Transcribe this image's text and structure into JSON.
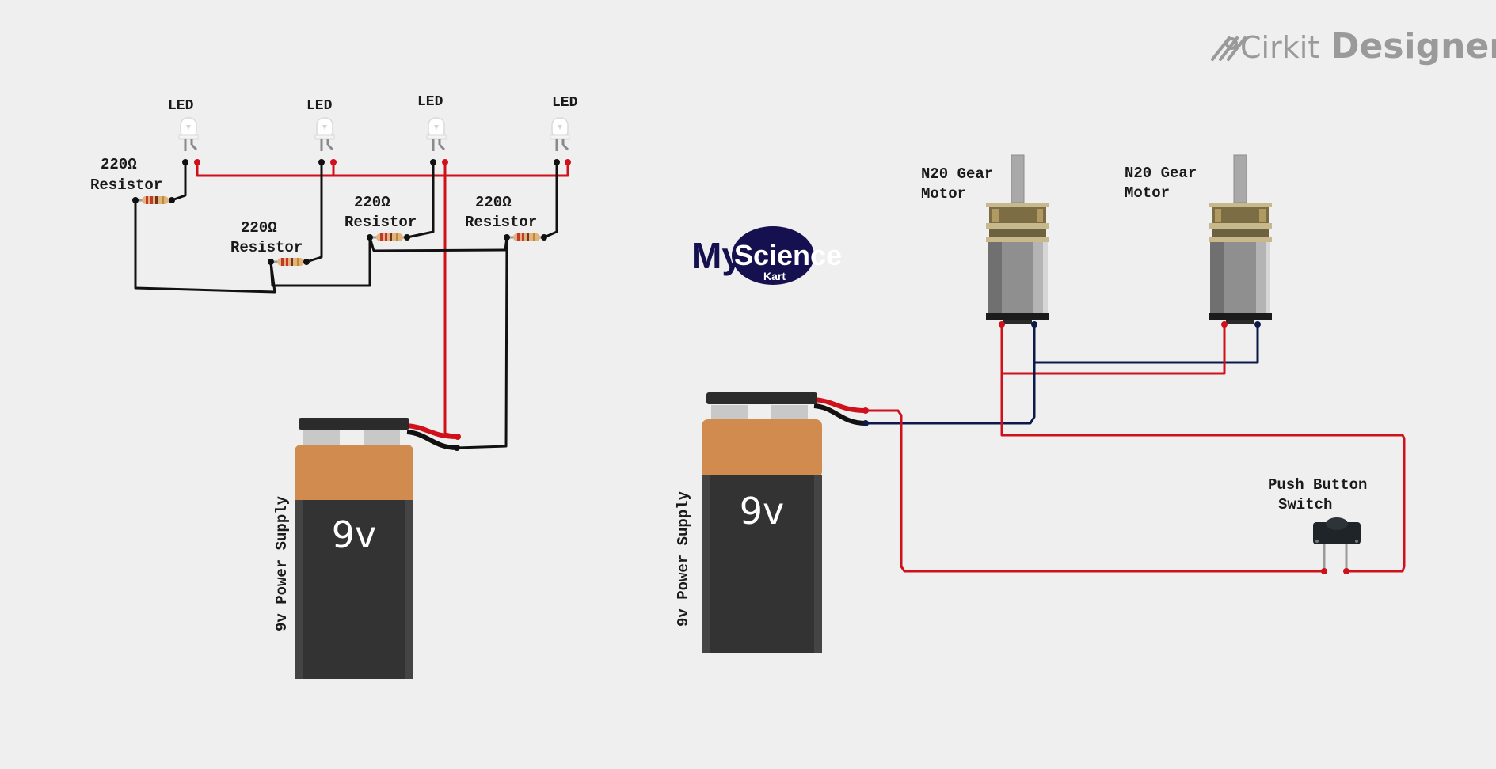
{
  "brand": {
    "prefix": "Cirkit",
    "suffix": "Designer"
  },
  "logo": {
    "my": "My",
    "science": "Science",
    "kart": "Kart"
  },
  "leds": [
    {
      "label": "LED"
    },
    {
      "label": "LED"
    },
    {
      "label": "LED"
    },
    {
      "label": "LED"
    }
  ],
  "resistors": [
    {
      "value": "220Ω",
      "name": "Resistor"
    },
    {
      "value": "220Ω",
      "name": "Resistor"
    },
    {
      "value": "220Ω",
      "name": "Resistor"
    },
    {
      "value": "220Ω",
      "name": "Resistor"
    }
  ],
  "batteries": [
    {
      "voltage": "9v",
      "label": "9v Power Supply"
    },
    {
      "voltage": "9v",
      "label": "9v Power Supply"
    }
  ],
  "motors": [
    {
      "line1": "N20 Gear",
      "line2": "Motor"
    },
    {
      "line1": "N20 Gear",
      "line2": "Motor"
    }
  ],
  "push_button": {
    "line1": "Push Button",
    "line2": "Switch"
  },
  "colors": {
    "wire_positive": "#d0111b",
    "wire_negative": "#111111",
    "wire_motor": "#0c1a4a",
    "battery_top": "#d28b4e",
    "battery_body": "#333333"
  }
}
